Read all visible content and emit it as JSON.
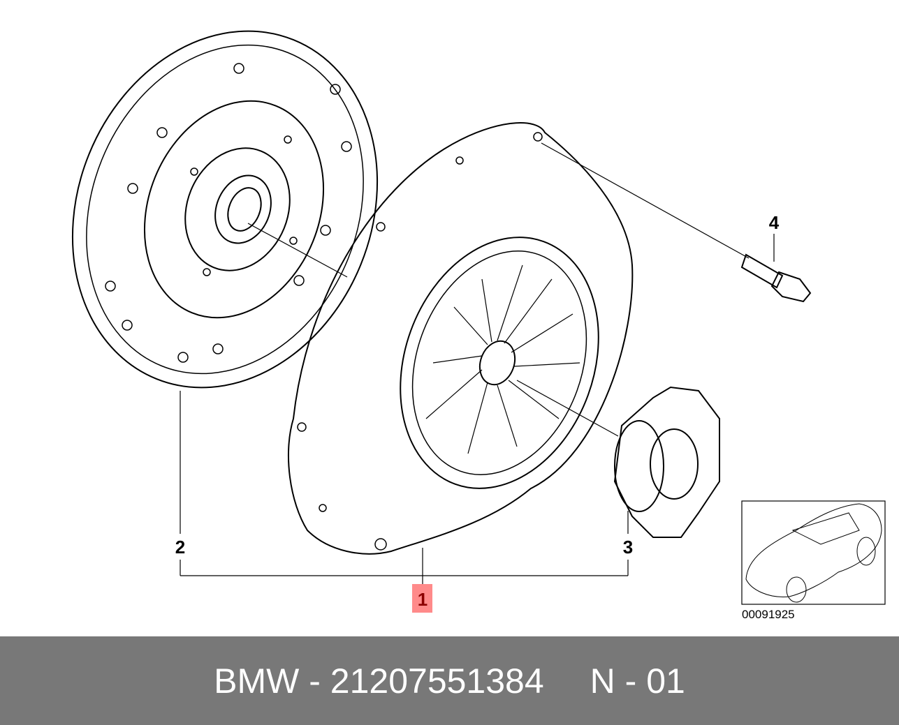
{
  "callouts": {
    "item1": "1",
    "item2": "2",
    "item3": "3",
    "item4": "4"
  },
  "highlight_color": "#ff8a8a",
  "thumbnail": {
    "code": "00091925"
  },
  "footer": {
    "brand": "BMW",
    "separator": " - ",
    "part_number": "21207551384",
    "page": "N - 01"
  }
}
